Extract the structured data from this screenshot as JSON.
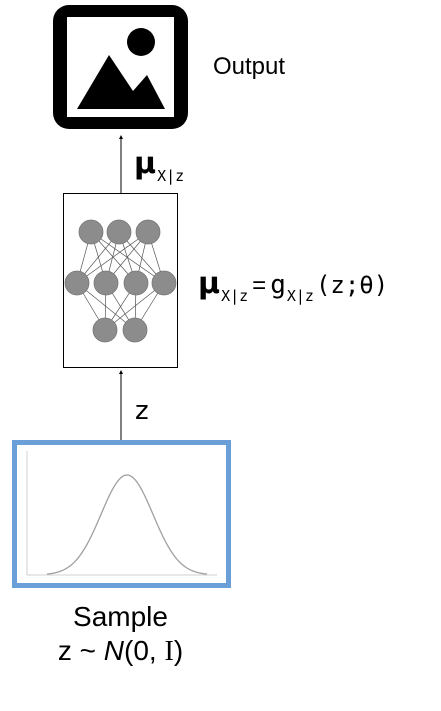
{
  "output_label": "Output",
  "mu_symbol": "μ",
  "mu_subscript": "X|z",
  "equation": {
    "lhs_symbol": "μ",
    "lhs_subscript": "X|z",
    "equals": "=",
    "function": "g",
    "function_subscript": "X|z",
    "arguments": "(z;θ)"
  },
  "z_label": "z",
  "sample": {
    "title": "Sample",
    "dist_prefix": "z ~ ",
    "dist_name": "N",
    "dist_args_open": "(0, ",
    "dist_identity": "I",
    "dist_args_close": ")"
  },
  "colors": {
    "node_fill": "#8c8c8c",
    "sample_border": "#6a9fd8",
    "curve": "#a0a0a0",
    "icon": "#000000"
  },
  "network": {
    "layers": [
      3,
      4,
      2
    ]
  }
}
